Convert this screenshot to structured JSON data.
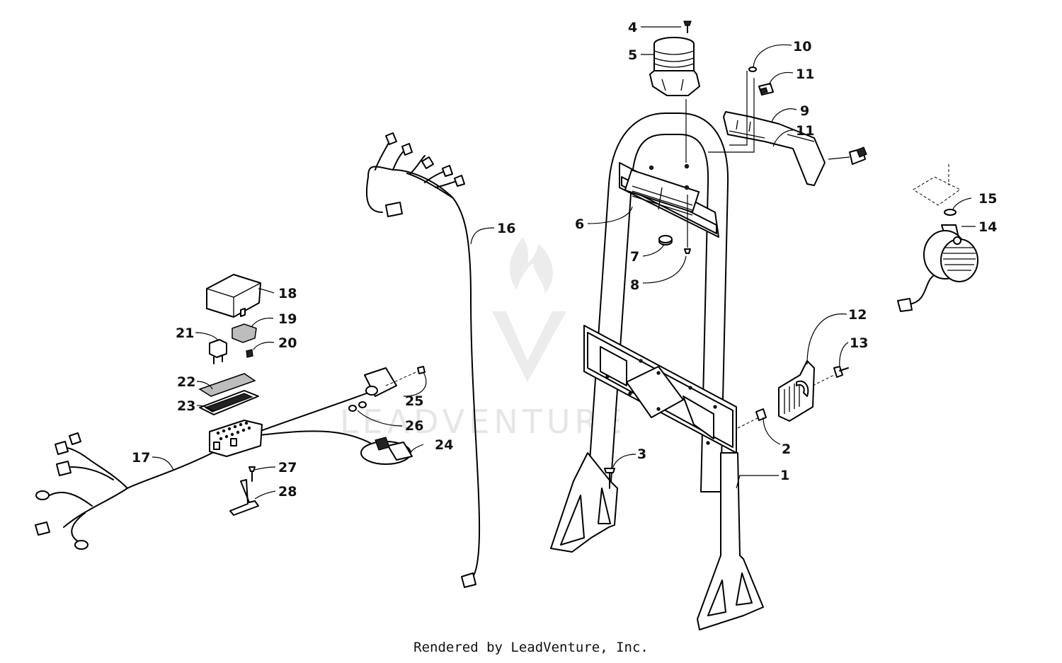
{
  "watermark": "LEADVENTURE",
  "footer": "Rendered by LeadVenture, Inc.",
  "callouts": [
    "1",
    "2",
    "3",
    "4",
    "5",
    "6",
    "7",
    "8",
    "9",
    "10",
    "11",
    "11",
    "12",
    "13",
    "14",
    "15",
    "16",
    "17",
    "18",
    "19",
    "20",
    "21",
    "22",
    "23",
    "24",
    "25",
    "26",
    "27",
    "28"
  ]
}
